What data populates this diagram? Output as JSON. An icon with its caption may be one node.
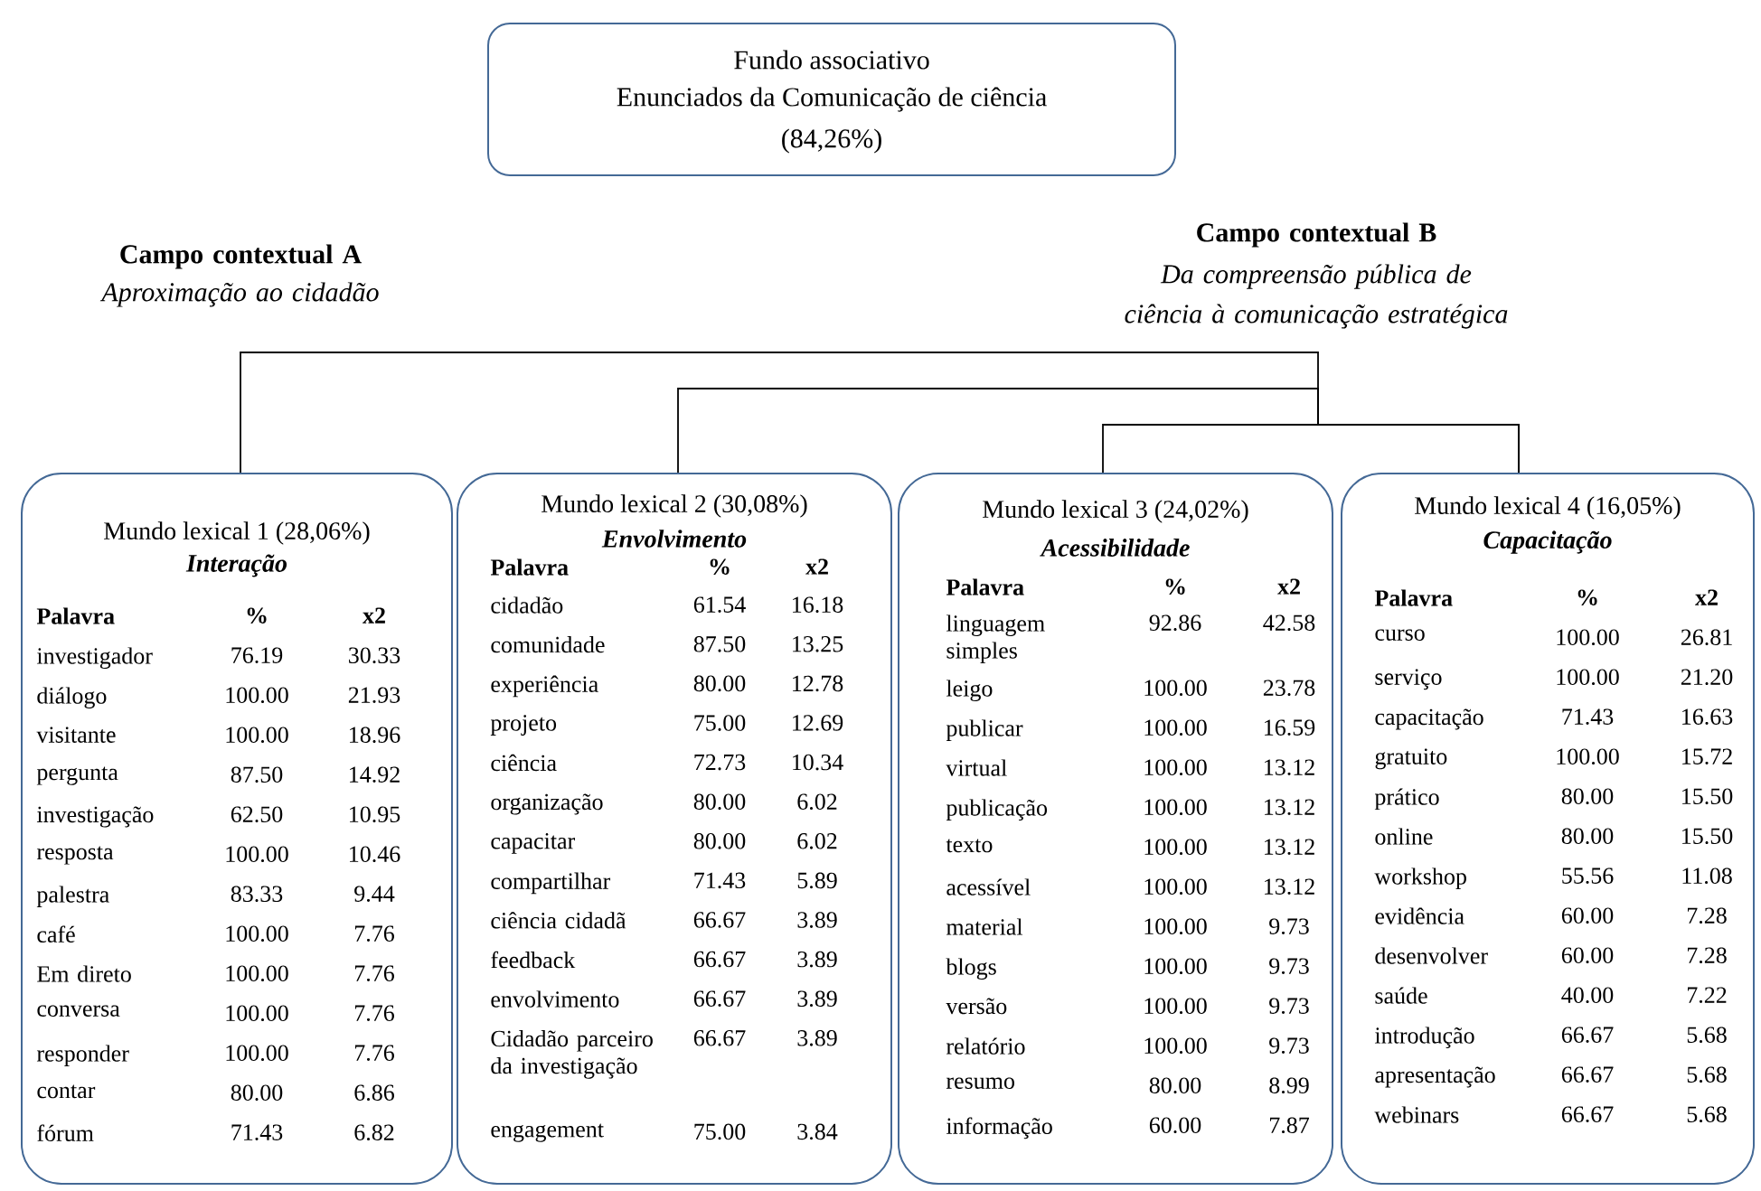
{
  "diagram": {
    "nodes": [
      {
        "text": [
          "Fundo associativo",
          "Enunciados da Comunicação de ciência",
          "(84,26%)"
        ]
      },
      {
        "text": [
          "Mundo lexical 1 (28,06%)",
          "Interação",
          "Palavra",
          "%",
          "x2",
          "investigador",
          "76.19",
          "30.33",
          "diálogo",
          "100.00",
          "21.93",
          "visitante",
          "100.00",
          "18.96",
          "pergunta",
          "87.50",
          "14.92",
          "investigação",
          "62.50",
          "10.95",
          "resposta",
          "100.00",
          "10.46",
          "palestra",
          "83.33",
          "9.44",
          "café",
          "100.00",
          "7.76",
          "Em direto",
          "100.00",
          "7.76",
          "conversa",
          "100.00",
          "7.76",
          "responder",
          "100.00",
          "7.76",
          "contar",
          "80.00",
          "6.86",
          "fórum",
          "71.43",
          "6.82"
        ]
      },
      {
        "text": [
          "Mundo lexical 2 (30,08%)",
          "Envolvimento",
          "Palavra",
          "%",
          "x2",
          "cidadão",
          "61.54",
          "16.18",
          "comunidade",
          "87.50",
          "13.25",
          "experiência",
          "80.00",
          "12.78",
          "projeto",
          "75.00",
          "12.69",
          "ciência",
          "72.73",
          "10.34",
          "organização",
          "80.00",
          "6.02",
          "capacitar",
          "80.00",
          "6.02",
          "compartilhar",
          "71.43",
          "5.89",
          "ciência cidadã",
          "66.67",
          "3.89",
          "feedback",
          "66.67",
          "3.89",
          "envolvimento",
          "66.67",
          "3.89",
          "Cidadão parceiro da investigação",
          "66.67",
          "3.89",
          "engagement",
          "75.00",
          "3.84"
        ]
      },
      {
        "text": [
          "Mundo lexical 3 (24,02%)",
          "Acessibilidade",
          "Palavra",
          "%",
          "x2",
          "linguagem simples",
          "92.86",
          "42.58",
          "leigo",
          "100.00",
          "23.78",
          "publicar",
          "100.00",
          "16.59",
          "virtual",
          "100.00",
          "13.12",
          "publicação",
          "100.00",
          "13.12",
          "texto",
          "100.00",
          "13.12",
          "acessível",
          "100.00",
          "13.12",
          "material",
          "100.00",
          "9.73",
          "blogs",
          "100.00",
          "9.73",
          "versão",
          "100.00",
          "9.73",
          "relatório",
          "100.00",
          "9.73",
          "resumo",
          "80.00",
          "8.99",
          "informação",
          "60.00",
          "7.87"
        ]
      },
      {
        "text": [
          "Mundo lexical 4 (16,05%)",
          "Capacitação",
          "Palavra",
          "%",
          "x2",
          "curso",
          "100.00",
          "26.81",
          "serviço",
          "100.00",
          "21.20",
          "capacitação",
          "71.43",
          "16.63",
          "gratuito",
          "100.00",
          "15.72",
          "prático",
          "80.00",
          "15.50",
          "online",
          "80.00",
          "15.50",
          "workshop",
          "55.56",
          "11.08",
          "evidência",
          "60.00",
          "7.28",
          "desenvolver",
          "60.00",
          "7.28",
          "saúde",
          "40.00",
          "7.22",
          "introdução",
          "66.67",
          "5.68",
          "apresentação",
          "66.67",
          "5.68",
          "webinars",
          "66.67",
          "5.68"
        ]
      }
    ],
    "edges": [
      {
        "from": 3,
        "to": 4,
        "arrow": "none"
      },
      {
        "from": 2,
        "to": 4,
        "arrow": "none"
      },
      {
        "from": 1,
        "to": 4,
        "arrow": "none"
      }
    ],
    "labels": [
      "Campo contextual A",
      "Aproximação ao cidadão",
      "Campo contextual B",
      "Da compreensão pública de ciência à comunicação estratégica"
    ]
  }
}
